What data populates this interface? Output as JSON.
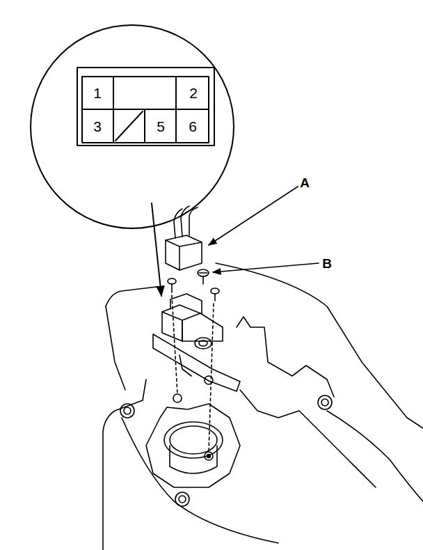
{
  "diagram": {
    "labels": [
      "1",
      "2",
      "3",
      "5",
      "6",
      "A",
      "B"
    ]
  }
}
